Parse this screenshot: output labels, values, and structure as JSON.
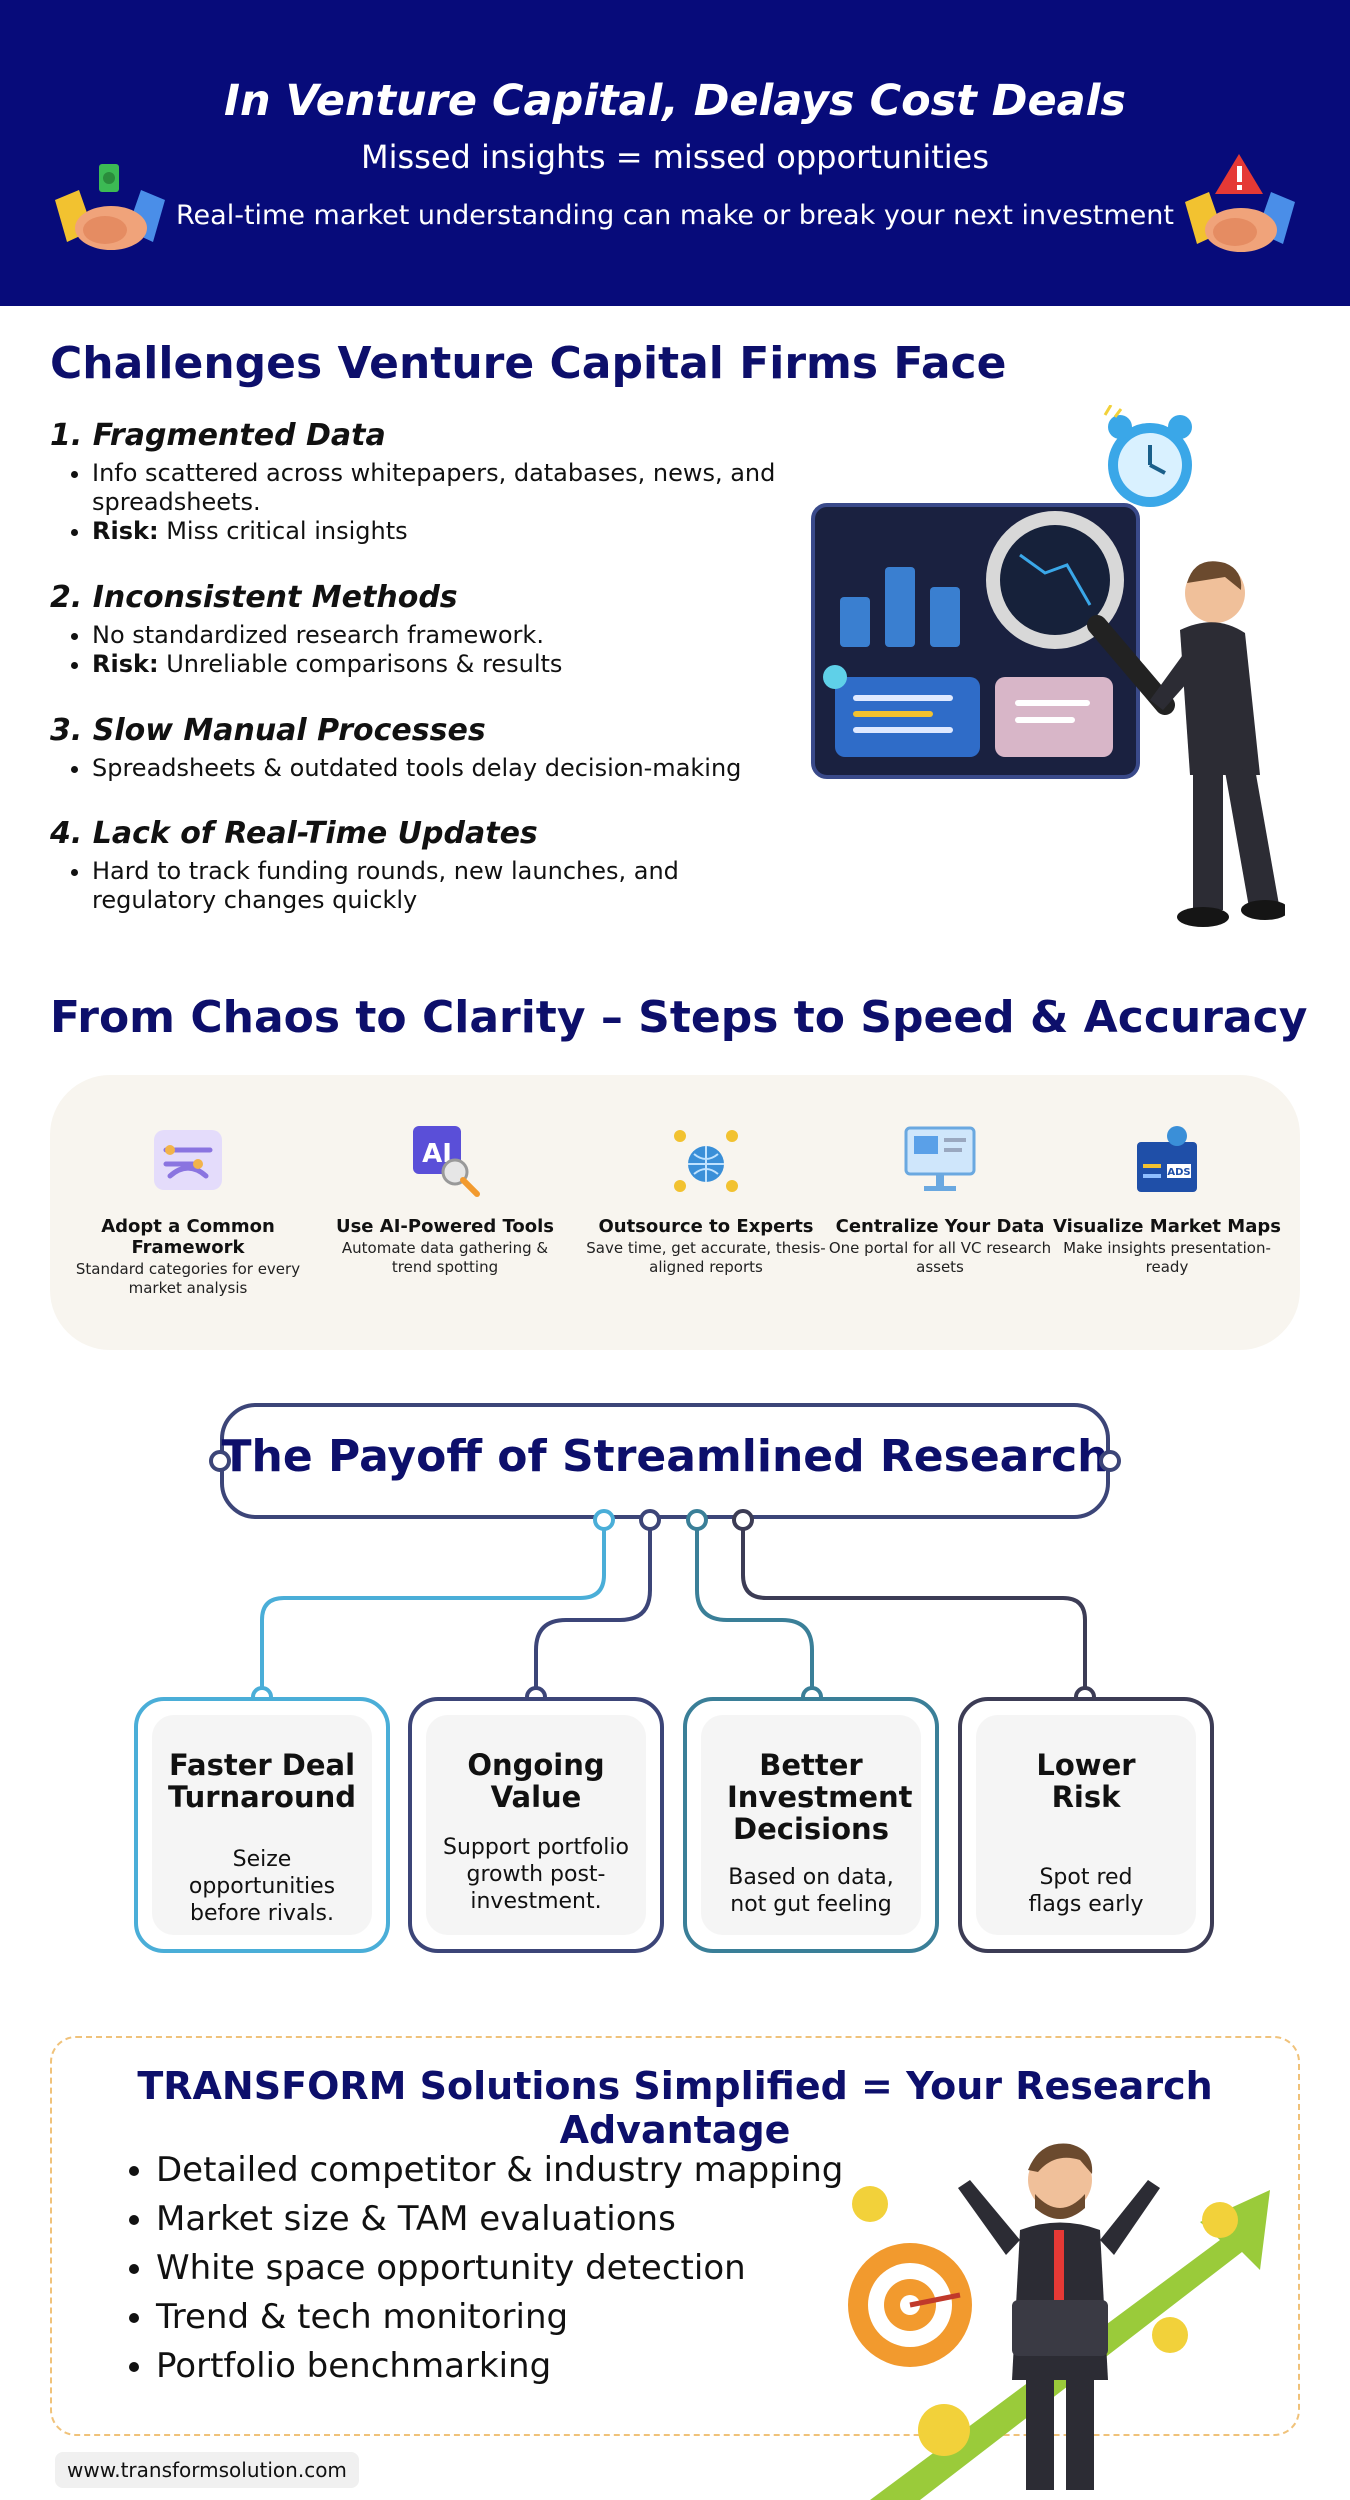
{
  "header": {
    "title": "In Venture Capital, Delays Cost Deals",
    "subtitle": "Missed insights = missed opportunities",
    "tagline": "Real-time market understanding can make or break your next investment"
  },
  "challenges": {
    "title": "Challenges Venture Capital Firms Face",
    "items": [
      {
        "heading": "1. Fragmented Data",
        "bullets": [
          {
            "bold": "",
            "text": "Info scattered across whitepapers, databases, news, and spreadsheets."
          },
          {
            "bold": "Risk:",
            "text": " Miss critical insights"
          }
        ]
      },
      {
        "heading": "2. Inconsistent Methods",
        "bullets": [
          {
            "bold": "",
            "text": "No standardized research framework."
          },
          {
            "bold": "Risk:",
            "text": " Unreliable comparisons & results"
          }
        ]
      },
      {
        "heading": "3. Slow Manual Processes",
        "bullets": [
          {
            "bold": "",
            "text": "Spreadsheets & outdated tools delay decision-making"
          }
        ]
      },
      {
        "heading": "4. Lack of Real-Time Updates",
        "bullets": [
          {
            "bold": "",
            "text": "Hard to track funding rounds, new launches, and regulatory changes quickly"
          }
        ]
      }
    ]
  },
  "steps": {
    "title": "From Chaos to Clarity – Steps to Speed & Accuracy",
    "items": [
      {
        "title": "Adopt a Common Framework",
        "desc": "Standard categories for every market analysis",
        "icon": "framework-icon"
      },
      {
        "title": "Use AI-Powered Tools",
        "desc": "Automate data gathering & trend spotting",
        "icon": "ai-search-icon",
        "icon_text": "AI"
      },
      {
        "title": "Outsource to Experts",
        "desc": "Save time, get accurate, thesis-aligned reports",
        "icon": "global-team-icon"
      },
      {
        "title": "Centralize Your Data",
        "desc": "One portal for all VC research assets",
        "icon": "monitor-icon"
      },
      {
        "title": "Visualize Market Maps",
        "desc": "Make insights presentation-ready",
        "icon": "ads-board-icon",
        "icon_text": "ADS"
      }
    ]
  },
  "payoff": {
    "title": "The Payoff of Streamlined Research",
    "cards": [
      {
        "title": "Faster Deal Turnaround",
        "desc": "Seize opportunities before rivals.",
        "color": "#4aaed8"
      },
      {
        "title": "Ongoing Value",
        "desc": "Support portfolio growth post-investment.",
        "color": "#3c4578"
      },
      {
        "title": "Better Investment Decisions",
        "desc": "Based on data, not gut feeling",
        "color": "#3a7f98"
      },
      {
        "title": "Lower Risk",
        "desc": "Spot red flags early",
        "color": "#3c3c55"
      }
    ]
  },
  "transform": {
    "title": "TRANSFORM Solutions Simplified = Your Research Advantage",
    "bullets": [
      "Detailed competitor & industry mapping",
      "Market size & TAM evaluations",
      "White space opportunity detection",
      "Trend & tech monitoring",
      "Portfolio benchmarking"
    ]
  },
  "footer": {
    "url": "www.transformsolution.com"
  },
  "colors": {
    "navy": "#070b7a",
    "title_navy": "#0d0f6b",
    "accent_orange": "#f0c27a",
    "sky": "#4aaed8"
  }
}
